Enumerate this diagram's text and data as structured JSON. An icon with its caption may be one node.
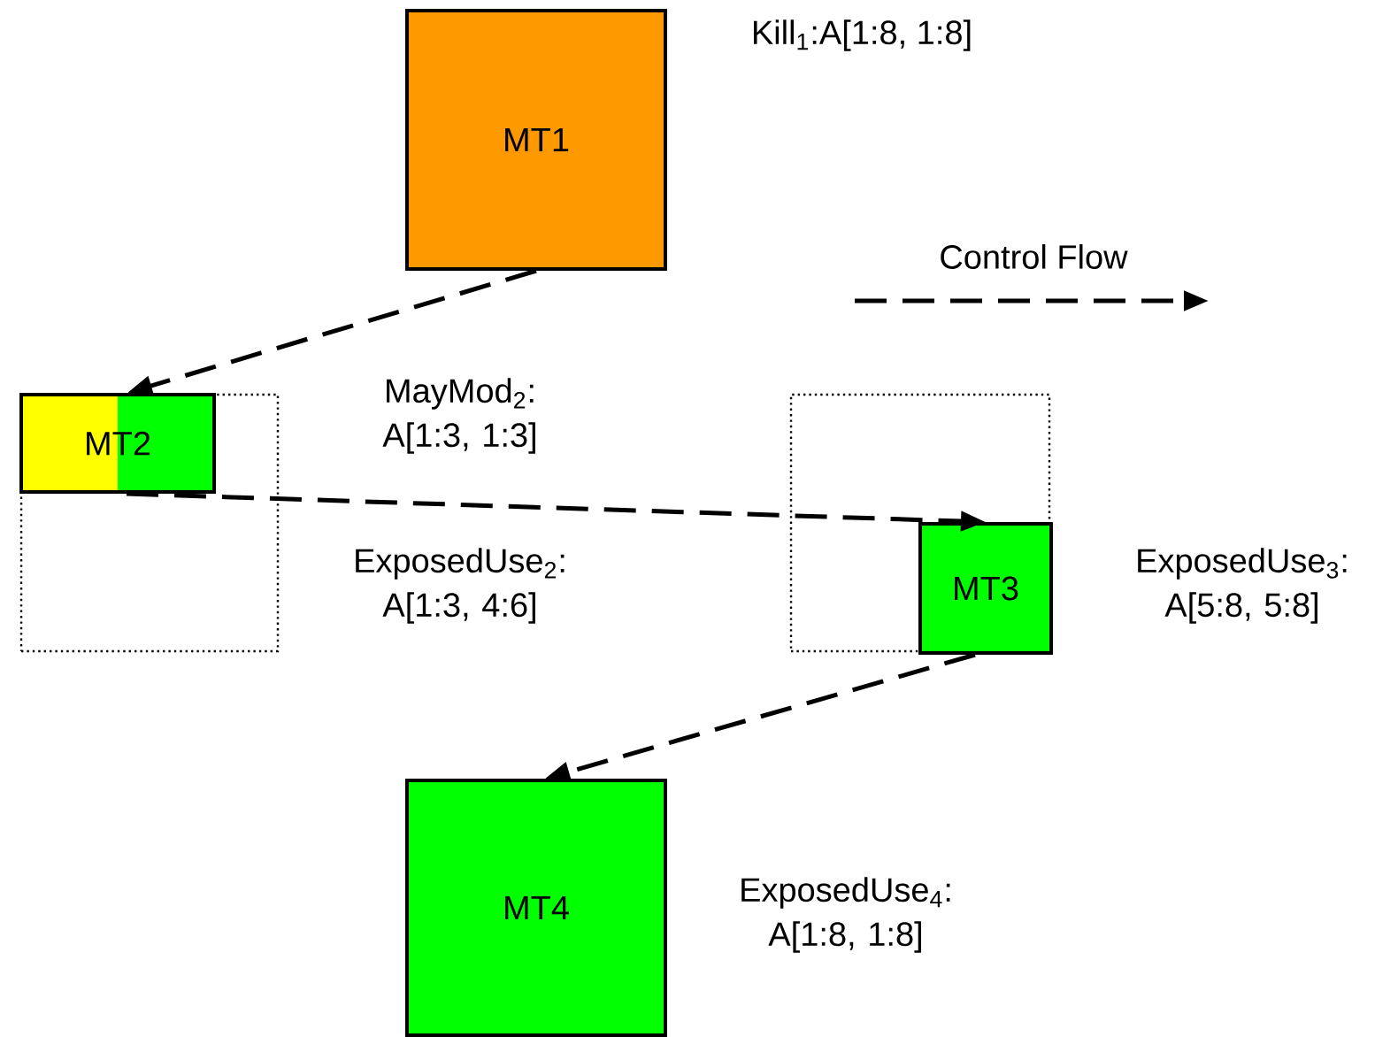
{
  "diagram": {
    "nodes": [
      {
        "text": [
          "MT1"
        ],
        "beside": [
          "Kill$_{1}$:A[1:8, 1:8]"
        ]
      },
      {
        "text": [],
        "shape": "box"
      },
      {
        "text": [
          "MT2"
        ],
        "in": 1,
        "beside": [
          "MayMod$_{2}$: A[1:3, 1:3]",
          "ExposedUse$_{2}$: A[1:3, 4:6]"
        ]
      },
      {
        "text": [],
        "shape": "box"
      },
      {
        "text": [
          "MT3"
        ],
        "in": 3,
        "beside": [
          "ExposedUse$_{3}$: A[5:8, 5:8]"
        ]
      },
      {
        "text": [
          "MT4"
        ],
        "beside": [
          "ExposedUse$_{4}$: A[1:8, 1:8]"
        ]
      }
    ],
    "edges": [
      {
        "from": 0,
        "to": 2,
        "arrow": "to",
        "style": "dashed"
      },
      {
        "from": 2,
        "to": 4,
        "arrow": "to",
        "style": "dashed"
      },
      {
        "from": 4,
        "to": 5,
        "arrow": "to",
        "style": "dashed"
      }
    ],
    "legend": [
      {
        "text": "Control Flow"
      }
    ]
  }
}
